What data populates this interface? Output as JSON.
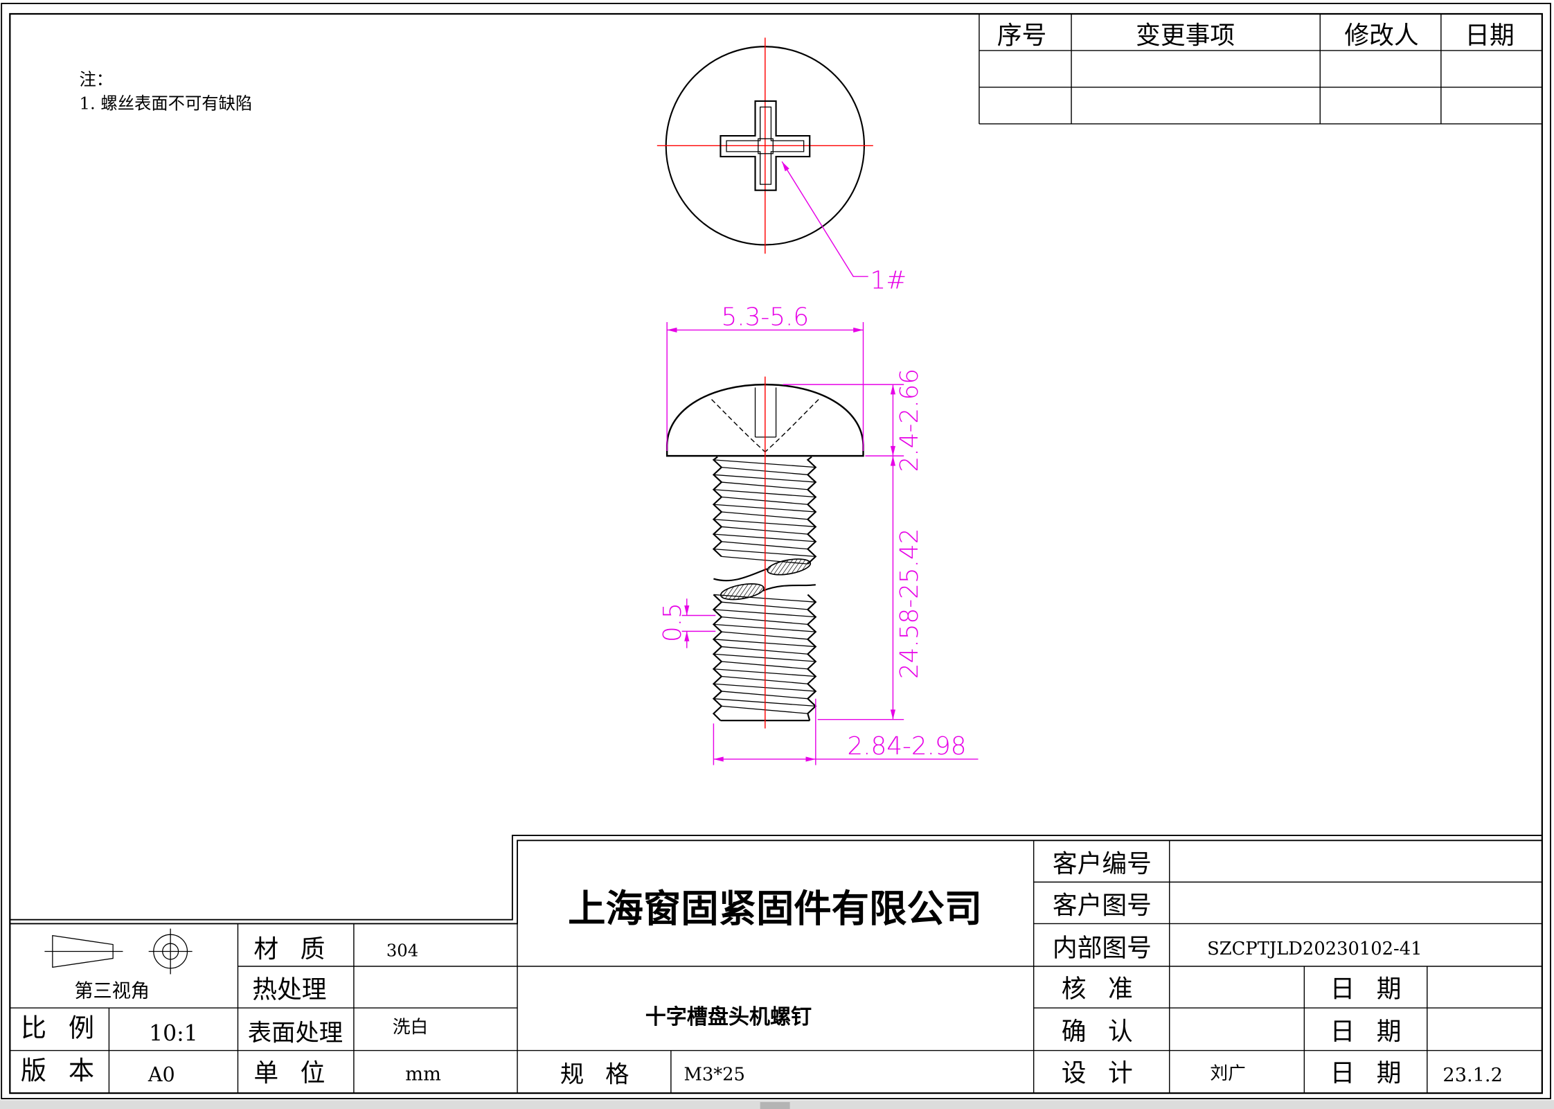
{
  "revision_table": {
    "headers": [
      "序号",
      "变更事项",
      "修改人",
      "日期"
    ]
  },
  "notes": {
    "title": "注：",
    "items": [
      "1. 螺丝表面不可有缺陷"
    ]
  },
  "drawing": {
    "callout": "1#",
    "dimensions": {
      "head_diameter": "5.3-5.6",
      "head_height": "2.4-2.66",
      "shank_length": "24.58-25.42",
      "thread_pitch": "0.5",
      "thread_diameter": "2.84-2.98"
    },
    "projection_symbol": "third-angle-projection-icon"
  },
  "title_block": {
    "company": "上海窗固紧固件有限公司",
    "part_name": "十字槽盘头机螺钉",
    "projection_label": "第三视角",
    "material": {
      "label": "材 质",
      "value": "304"
    },
    "heat_treatment": {
      "label": "热处理"
    },
    "surface_treatment": {
      "label": "表面处理",
      "value": "洗白"
    },
    "unit": {
      "label": "单 位",
      "value": "mm"
    },
    "scale": {
      "label": "比 例",
      "value": "10:1"
    },
    "version": {
      "label": "版 本",
      "value": "A0"
    },
    "spec": {
      "label": "规 格",
      "value": "M3*25"
    },
    "customer_no": {
      "label": "客户编号"
    },
    "customer_drawing_no": {
      "label": "客户图号"
    },
    "internal_drawing_no": {
      "label": "内部图号",
      "value": "SZCPTJLD20230102-41"
    },
    "approval": {
      "label": "核 准",
      "date_label": "日 期"
    },
    "confirm": {
      "label": "确 认",
      "date_label": "日 期"
    },
    "design": {
      "label": "设 计",
      "value": "刘广",
      "date_label": "日 期",
      "date": "23.1.2"
    }
  },
  "colors": {
    "outline": "#000000",
    "centerline": "#ff0000",
    "dimension": "#e600e6"
  }
}
